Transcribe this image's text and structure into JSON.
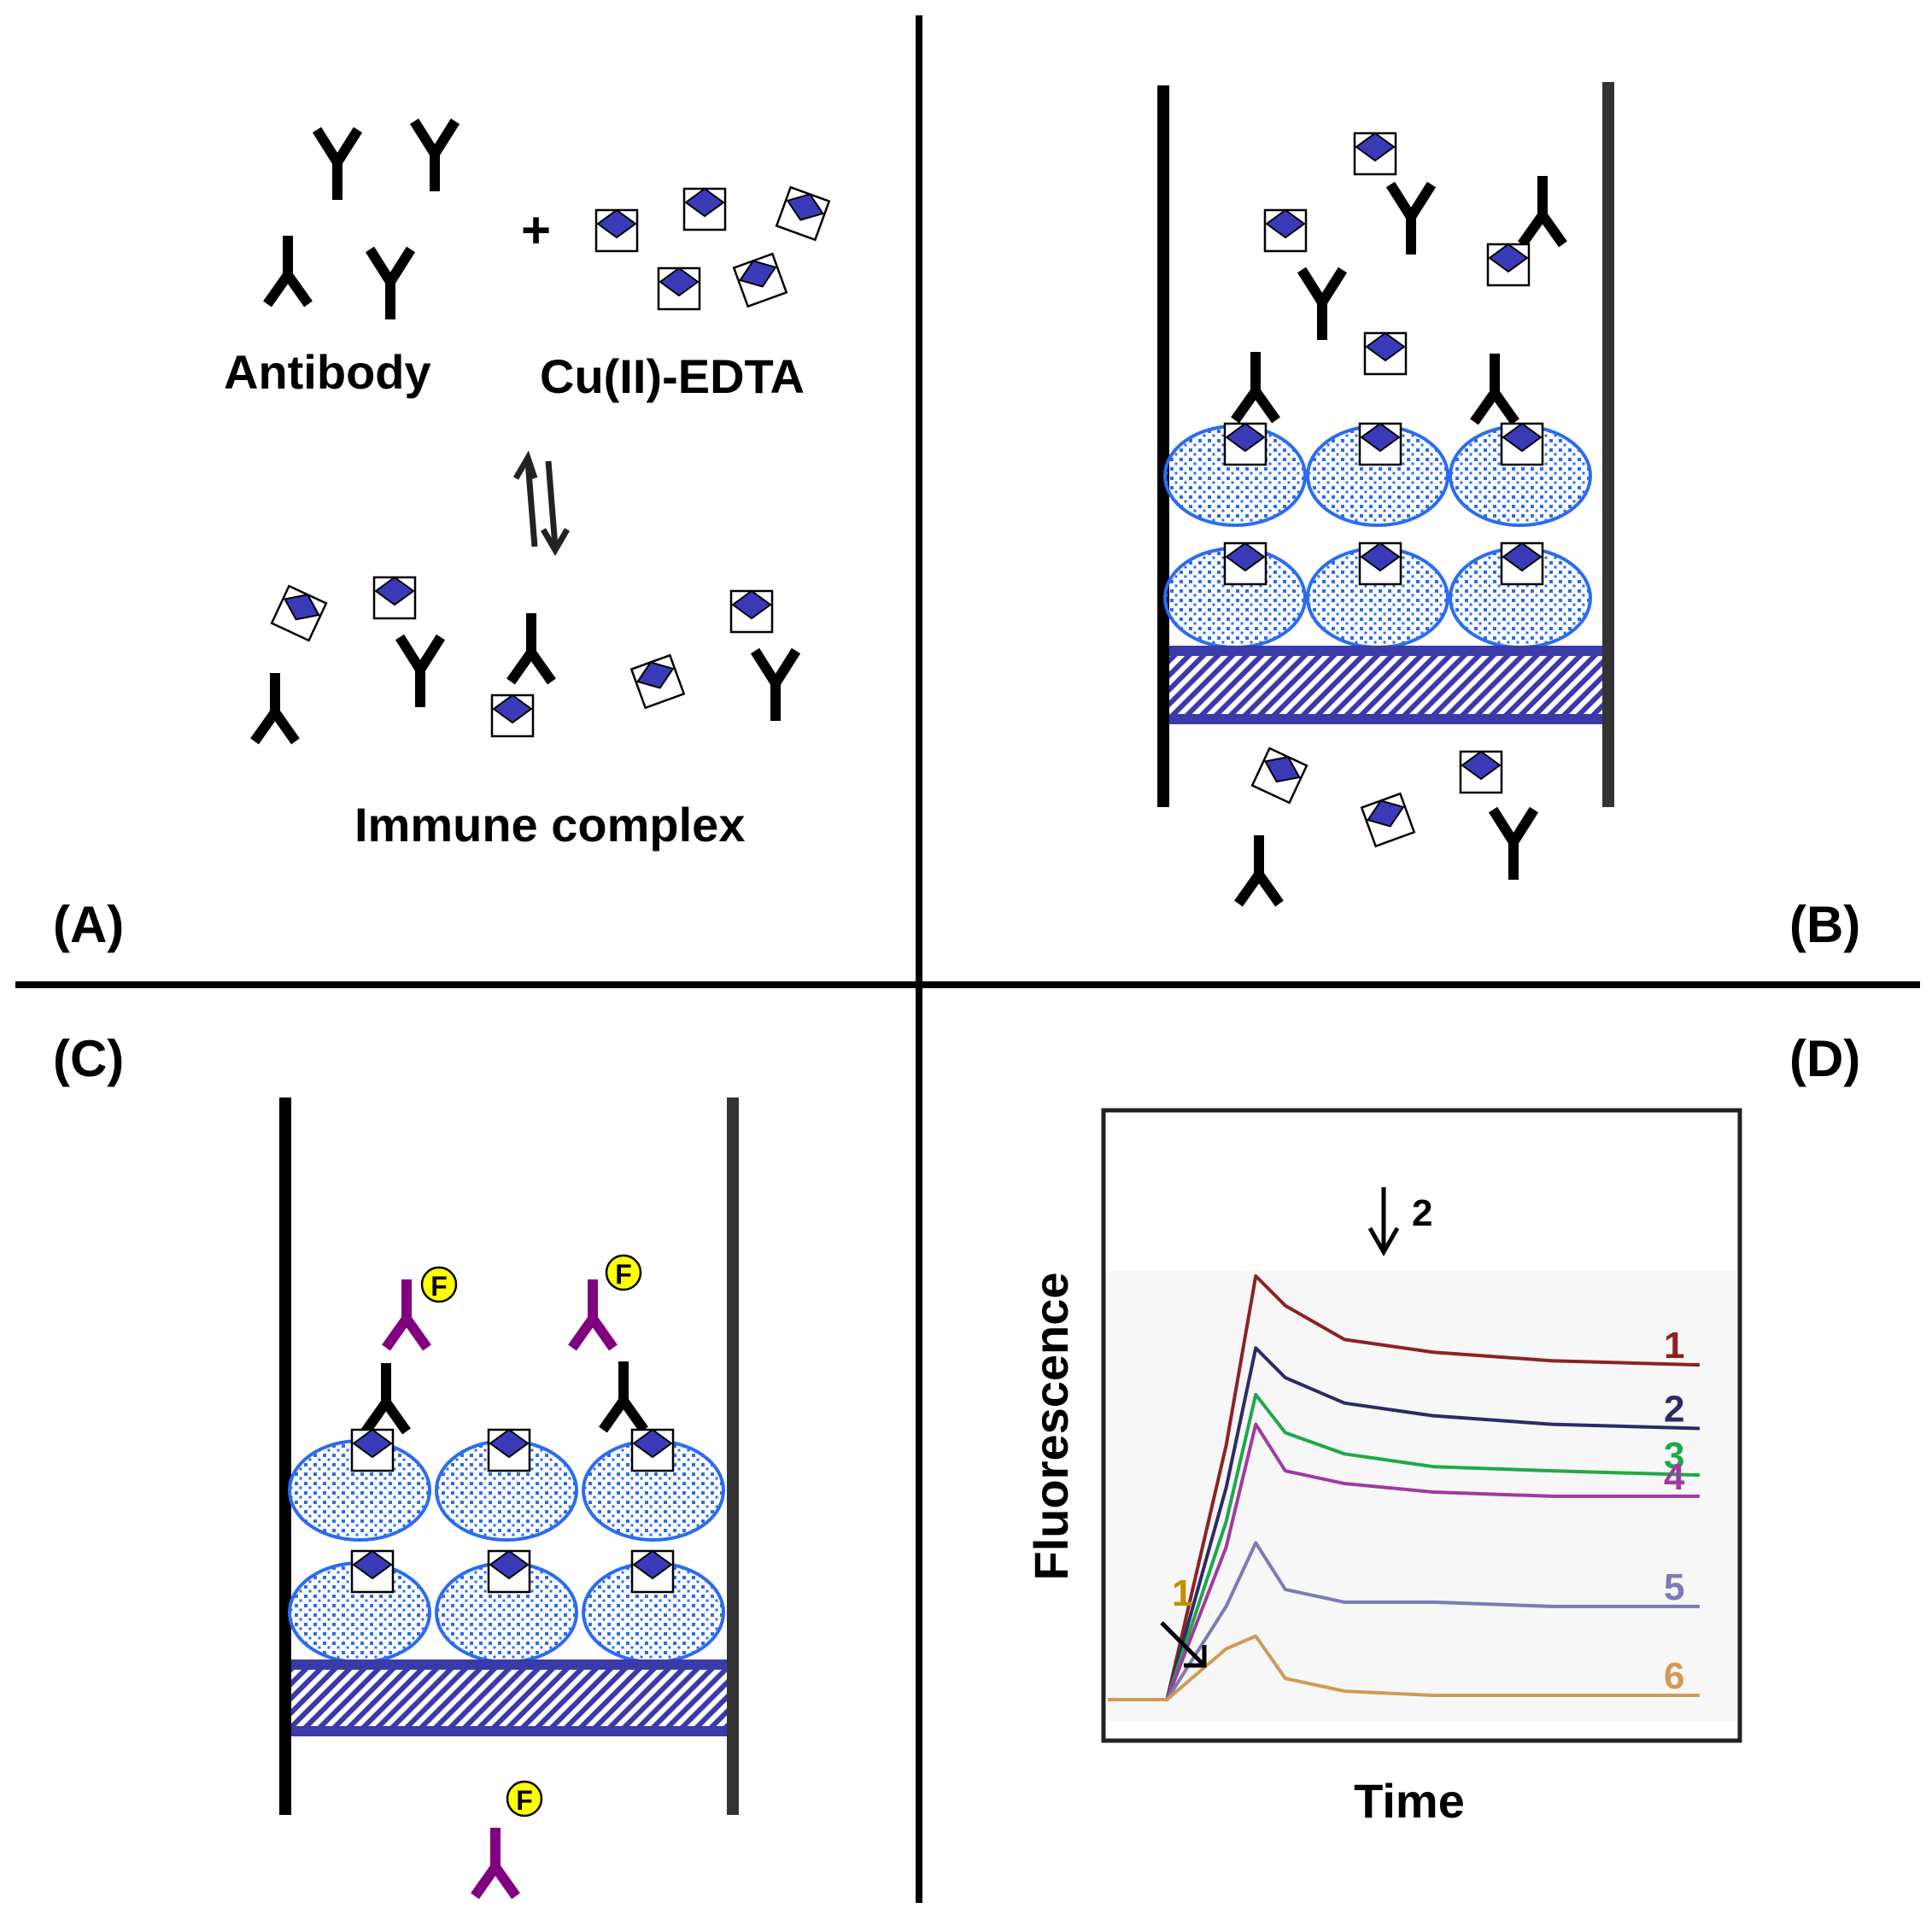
{
  "panels": {
    "a": {
      "label": "(A)",
      "antibody_label": "Antibody",
      "hapten_label": "Cu(II)-EDTA",
      "plus": "+",
      "complex_label": "Immune complex"
    },
    "b": {
      "label": "(B)"
    },
    "c": {
      "label": "(C)",
      "fluor_tag": "F"
    },
    "d": {
      "label": "(D)",
      "xlabel": "Time",
      "ylabel": "Fluorescence",
      "arrow1_label": "1",
      "arrow2_label": "2"
    }
  },
  "colors": {
    "antibody": "#000000",
    "labeled_antibody": "#800080",
    "hapten": "#3a3ab8",
    "bead": "#2b6cf0",
    "frit": "#3a3aa8",
    "fluor_tag": "#ffff00"
  },
  "chart_data": {
    "type": "line",
    "xlabel": "Time",
    "ylabel": "Fluorescence",
    "x": [
      0,
      1,
      2,
      2.5,
      3,
      4,
      5.5,
      7.5,
      10
    ],
    "series": [
      {
        "name": "1",
        "color": "#8b2323",
        "values": [
          0,
          0,
          0.6,
          1.0,
          0.93,
          0.85,
          0.82,
          0.8,
          0.79
        ]
      },
      {
        "name": "2",
        "color": "#2b2b66",
        "values": [
          0,
          0,
          0.5,
          0.83,
          0.76,
          0.7,
          0.67,
          0.65,
          0.64
        ]
      },
      {
        "name": "3",
        "color": "#1fa84a",
        "values": [
          0,
          0,
          0.42,
          0.72,
          0.63,
          0.58,
          0.55,
          0.54,
          0.53
        ]
      },
      {
        "name": "4",
        "color": "#a03aa0",
        "values": [
          0,
          0,
          0.36,
          0.65,
          0.54,
          0.51,
          0.49,
          0.48,
          0.48
        ]
      },
      {
        "name": "5",
        "color": "#7b7bb5",
        "values": [
          0,
          0,
          0.22,
          0.37,
          0.26,
          0.23,
          0.23,
          0.22,
          0.22
        ]
      },
      {
        "name": "6",
        "color": "#d09a55",
        "values": [
          0,
          0,
          0.12,
          0.15,
          0.05,
          0.02,
          0.01,
          0.01,
          0.01
        ]
      }
    ]
  }
}
